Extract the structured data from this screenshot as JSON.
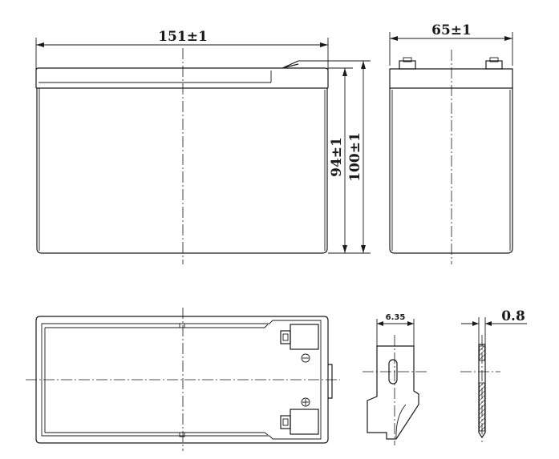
{
  "dimensions": {
    "length": "151±1",
    "width": "65±1",
    "container_height": "94±1",
    "total_height": "100±1",
    "terminal_width": "6.35",
    "terminal_thickness": "0.8"
  },
  "symbols": {
    "negative": "⊖",
    "positive": "⊕"
  },
  "colors": {
    "line": "#1a1a1a",
    "hatch": "#1a1a1a",
    "background": "#ffffff"
  }
}
